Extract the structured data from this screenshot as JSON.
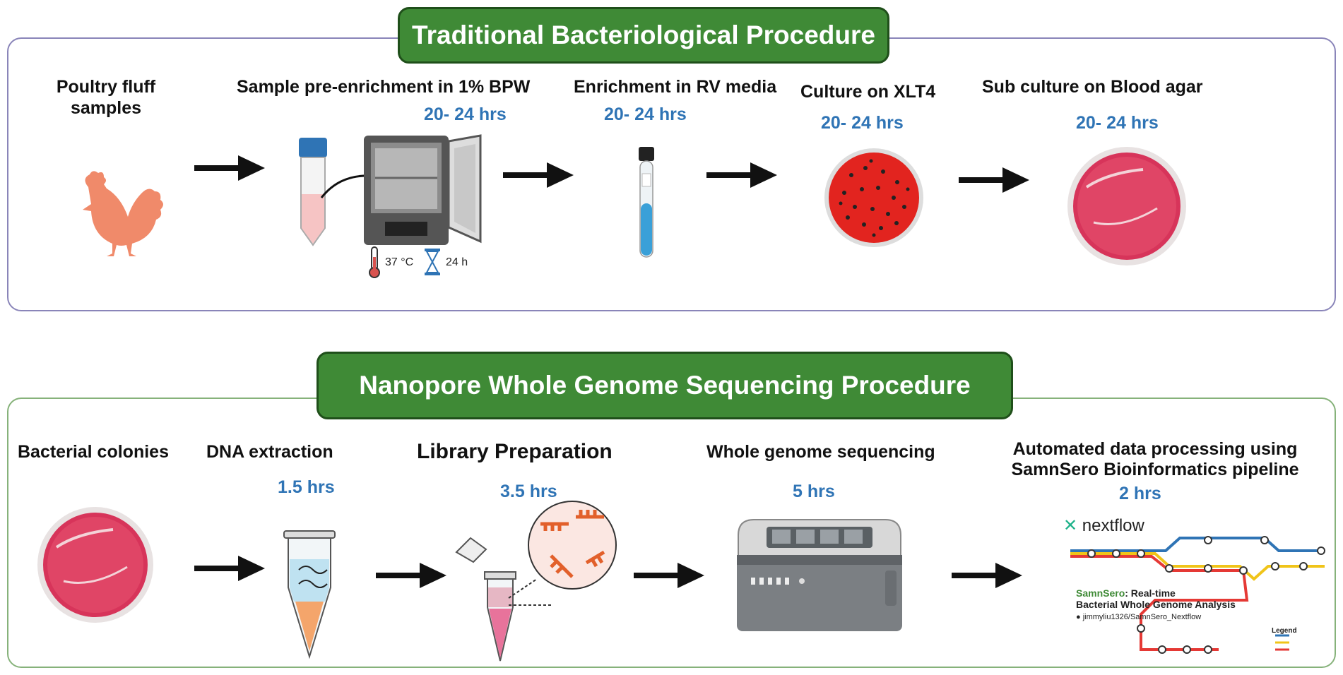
{
  "top": {
    "title": "Traditional Bacteriological Procedure",
    "steps": [
      {
        "label_line1": "Poultry fluff",
        "label_line2": "samples"
      },
      {
        "label": "Sample pre-enrichment in 1% BPW",
        "duration": "20- 24 hrs",
        "temp": "37 °C",
        "time": "24 h"
      },
      {
        "label": "Enrichment in RV media",
        "duration": "20- 24 hrs"
      },
      {
        "label": "Culture on XLT4",
        "duration": "20- 24 hrs"
      },
      {
        "label": "Sub culture on Blood agar",
        "duration": "20- 24 hrs"
      }
    ]
  },
  "bottom": {
    "title": "Nanopore Whole Genome Sequencing Procedure",
    "steps": [
      {
        "label": "Bacterial colonies"
      },
      {
        "label": "DNA extraction",
        "duration": "1.5 hrs"
      },
      {
        "label": "Library Preparation",
        "duration": "3.5 hrs"
      },
      {
        "label": "Whole genome sequencing",
        "duration": "5 hrs"
      },
      {
        "label_line1": "Automated data processing using",
        "label_line2": "SamnSero Bioinformatics pipeline",
        "duration": "2 hrs"
      }
    ],
    "pipeline": {
      "brand": "nextflow",
      "name": "SamnSero",
      "subtitle_line1": ": Real-time",
      "subtitle_line2": "Bacterial Whole Genome Analysis",
      "repo": "jimmyliu1326/SamnSero_Nextflow",
      "legend_title": "Legend"
    }
  },
  "colors": {
    "banner_green": "#3f8a36",
    "duration_blue": "#2f74b5",
    "top_border": "#8a85b9",
    "bottom_border": "#86b27a",
    "chicken": "#f08a6a"
  }
}
